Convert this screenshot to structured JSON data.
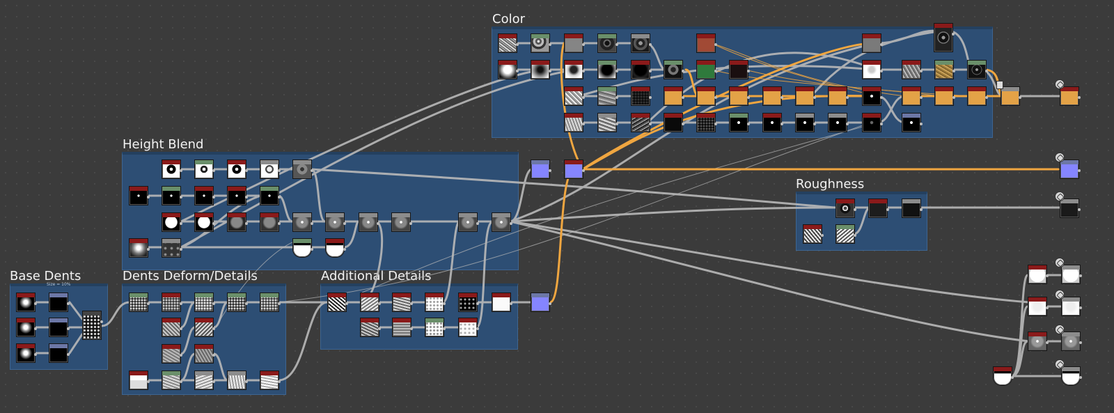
{
  "graph": {
    "frames": {
      "color": "Color",
      "height_blend": "Height Blend",
      "roughness": "Roughness",
      "base_dents": "Base Dents",
      "base_dents_sub": "Size = 10%",
      "dents_deform": "Dents Deform/Details",
      "additional_details": "Additional Details"
    }
  },
  "colors": {
    "canvas": "#3b3b3b",
    "frame_fill": "#2d4e74",
    "wire": "#b9b9b9",
    "wire_highlight": "#f0a640",
    "band_red": "#8a1a1a",
    "band_green": "#6a8f6a",
    "band_gray": "#8c8c8c",
    "band_blue": "#6c77a6",
    "band_purple": "#8a8ad0",
    "node_orange": "#e3a247",
    "node_purple": "#8585ff"
  }
}
